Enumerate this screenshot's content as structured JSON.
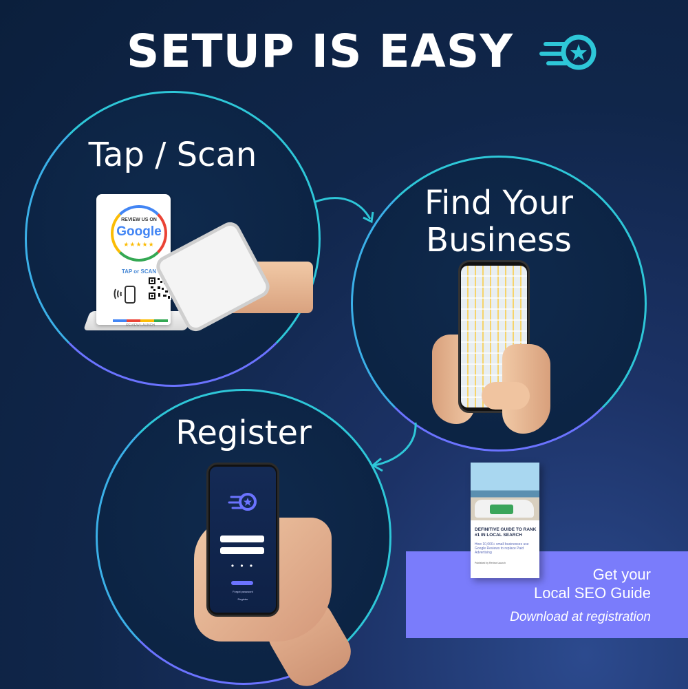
{
  "header": {
    "title": "SETUP IS EASY",
    "logo_icon": "rocket-star-icon"
  },
  "steps": [
    {
      "label": "Tap / Scan"
    },
    {
      "label": "Find Your Business"
    },
    {
      "label": "Register"
    }
  ],
  "stand_card": {
    "review_text": "REVIEW US ON",
    "brand_word": "Google",
    "stars": "★★★★★",
    "tap_scan": "TAP or SCAN",
    "maker": "REVIEW LAUNCH"
  },
  "register_screen": {
    "dots": "• • •",
    "forgot": "Forgot password",
    "register": "Register"
  },
  "book": {
    "title": "DEFINITIVE GUIDE TO RANK #1 IN LOCAL SEARCH",
    "subtitle": "How 10,000+ small businesses use Google Reviews to replace Paid Advertising",
    "publisher": "Published by Review Launch"
  },
  "promo": {
    "line1": "Get your",
    "line2": "Local SEO Guide",
    "line3": "Download at registration"
  },
  "colors": {
    "accent_teal": "#2ec7d8",
    "accent_violet": "#6b73ff",
    "promo_bg": "#7a7cfb",
    "background": "#0b1f3c"
  }
}
